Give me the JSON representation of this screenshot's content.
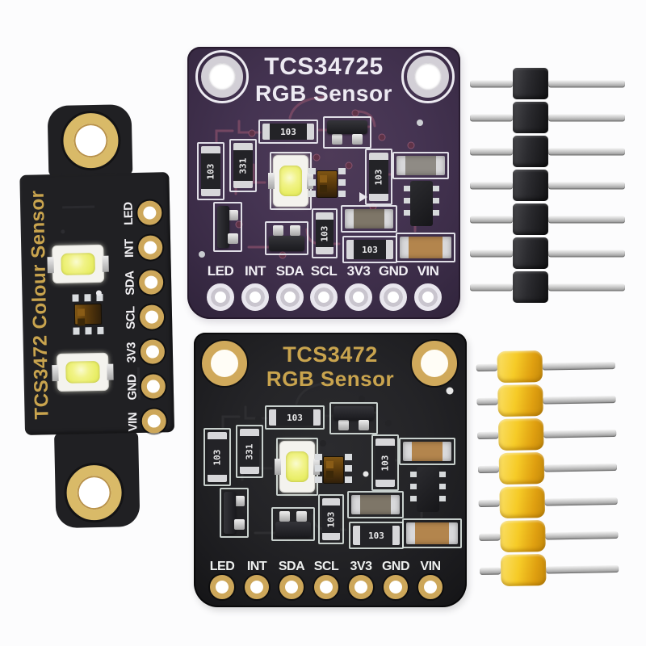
{
  "background_color": "#fcfcfd",
  "labels": {
    "r103": "103",
    "r331": "331"
  },
  "boards": {
    "left": {
      "title": "TCS3472 Colour Sensor",
      "pins": [
        "LED",
        "INT",
        "SDA",
        "SCL",
        "3V3",
        "GND",
        "VIN"
      ],
      "pcb_color": "#202023",
      "text_color": "#c9a44e",
      "pad_color": "#d9ba68"
    },
    "purple": {
      "title_line1": "TCS34725",
      "title_line2": "RGB Sensor",
      "pins": [
        "LED",
        "INT",
        "SDA",
        "SCL",
        "3V3",
        "GND",
        "VIN"
      ],
      "pcb_color": "#453452",
      "text_color": "#edeaf2",
      "silkscreen_color": "#eceaf1",
      "trace_color": "#7d4b66"
    },
    "bottom": {
      "title_line1": "TCS3472",
      "title_line2": "RGB Sensor",
      "pins": [
        "LED",
        "INT",
        "SDA",
        "SCL",
        "3V3",
        "GND",
        "VIN"
      ],
      "pcb_color": "#242427",
      "text_color": "#c9a44e",
      "pad_color": "#cda75a"
    }
  },
  "headers": {
    "black": {
      "pin_count": 7,
      "body_color": "#2a2a2e",
      "pin_color": "#c9c9c9"
    },
    "yellow": {
      "pin_count": 7,
      "body_color": "#f6cb27",
      "pin_color": "#c9c9c9"
    }
  },
  "components": {
    "white_led_color": "#f1f388",
    "sensor_chip_color": "#5d3c0c",
    "capacitor_tan": "#b3854d",
    "capacitor_grey": "#8f8b85"
  }
}
